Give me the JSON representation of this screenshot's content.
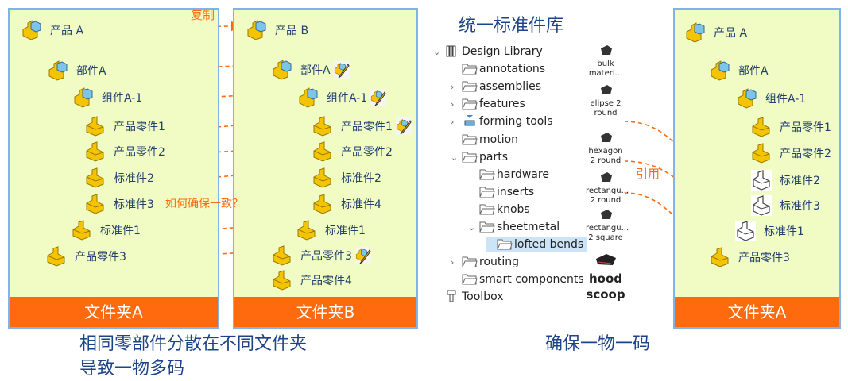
{
  "labels": {
    "copy": "复制",
    "how_consistent": "如何确保一致？",
    "reference": "引用"
  },
  "library_title": "统一标准件库",
  "captions": {
    "left_line1": "相同零部件分散在不同文件夹",
    "left_line2": "导致一物多码",
    "right": "确保一物一码"
  },
  "colors": {
    "panel_bg": "#f0fcc4",
    "panel_border": "#7fb3ea",
    "footer": "#ff6a0e",
    "arrow": "#ff6a0e",
    "tree_line": "#1d3f72",
    "text": "#1e4488"
  },
  "panels": [
    {
      "footer": "文件夹A",
      "items": [
        {
          "label": "产品 A",
          "type": "assembly"
        },
        {
          "label": "部件A",
          "type": "assembly"
        },
        {
          "label": "组件A-1",
          "type": "assembly"
        },
        {
          "label": "产品零件1",
          "type": "part"
        },
        {
          "label": "产品零件2",
          "type": "part"
        },
        {
          "label": "标准件2",
          "type": "part"
        },
        {
          "label": "标准件3",
          "type": "part"
        },
        {
          "label": "标准件1",
          "type": "part"
        },
        {
          "label": "产品零件3",
          "type": "part"
        }
      ]
    },
    {
      "footer": "文件夹B",
      "items": [
        {
          "label": "产品 B",
          "type": "assembly"
        },
        {
          "label": "部件A",
          "type": "assembly",
          "edited": true
        },
        {
          "label": "组件A-1",
          "type": "assembly",
          "edited": true
        },
        {
          "label": "产品零件1",
          "type": "part",
          "edited": true
        },
        {
          "label": "产品零件2",
          "type": "part"
        },
        {
          "label": "标准件2",
          "type": "part"
        },
        {
          "label": "标准件4",
          "type": "part"
        },
        {
          "label": "标准件1",
          "type": "part"
        },
        {
          "label": "产品零件3",
          "type": "part",
          "edited": true
        },
        {
          "label": "产品零件4",
          "type": "part"
        }
      ]
    },
    {
      "footer": "文件夹A",
      "items": [
        {
          "label": "产品 A",
          "type": "assembly"
        },
        {
          "label": "部件A",
          "type": "assembly"
        },
        {
          "label": "组件A-1",
          "type": "assembly"
        },
        {
          "label": "产品零件1",
          "type": "part"
        },
        {
          "label": "产品零件2",
          "type": "part"
        },
        {
          "label": "标准件2",
          "type": "library-part"
        },
        {
          "label": "标准件3",
          "type": "library-part"
        },
        {
          "label": "标准件1",
          "type": "library-part"
        },
        {
          "label": "产品零件3",
          "type": "part"
        }
      ]
    }
  ],
  "library_tree": [
    {
      "label": "Design Library",
      "icon": "library-icon",
      "expander": "down",
      "level": 0
    },
    {
      "label": "annotations",
      "icon": "folder-icon",
      "expander": "",
      "level": 1
    },
    {
      "label": "assemblies",
      "icon": "folder-icon",
      "expander": "right",
      "level": 1
    },
    {
      "label": "features",
      "icon": "folder-icon",
      "expander": "right",
      "level": 1
    },
    {
      "label": "forming tools",
      "icon": "forming-tools-icon",
      "expander": "right",
      "level": 1
    },
    {
      "label": "motion",
      "icon": "folder-icon",
      "expander": "",
      "level": 1
    },
    {
      "label": "parts",
      "icon": "folder-icon",
      "expander": "down",
      "level": 1
    },
    {
      "label": "hardware",
      "icon": "folder-icon",
      "expander": "",
      "level": 2
    },
    {
      "label": "inserts",
      "icon": "folder-icon",
      "expander": "",
      "level": 2
    },
    {
      "label": "knobs",
      "icon": "folder-icon",
      "expander": "",
      "level": 2
    },
    {
      "label": "sheetmetal",
      "icon": "folder-icon",
      "expander": "down",
      "level": 2
    },
    {
      "label": "lofted bends",
      "icon": "folder-icon",
      "expander": "",
      "level": 3,
      "selected": true
    },
    {
      "label": "routing",
      "icon": "folder-icon",
      "expander": "right",
      "level": 1
    },
    {
      "label": "smart components",
      "icon": "folder-icon",
      "expander": "",
      "level": 1
    },
    {
      "label": "Toolbox",
      "icon": "toolbox-icon",
      "expander": "",
      "level": 0
    }
  ],
  "library_thumbnails": [
    {
      "label": "bulk materi..."
    },
    {
      "label": "elipse 2 round"
    },
    {
      "label": "hexagon 2 round"
    },
    {
      "label": "rectangu... 2 round"
    },
    {
      "label": "rectangu... 2 square"
    },
    {
      "label": "hood scoop",
      "large": true
    }
  ]
}
